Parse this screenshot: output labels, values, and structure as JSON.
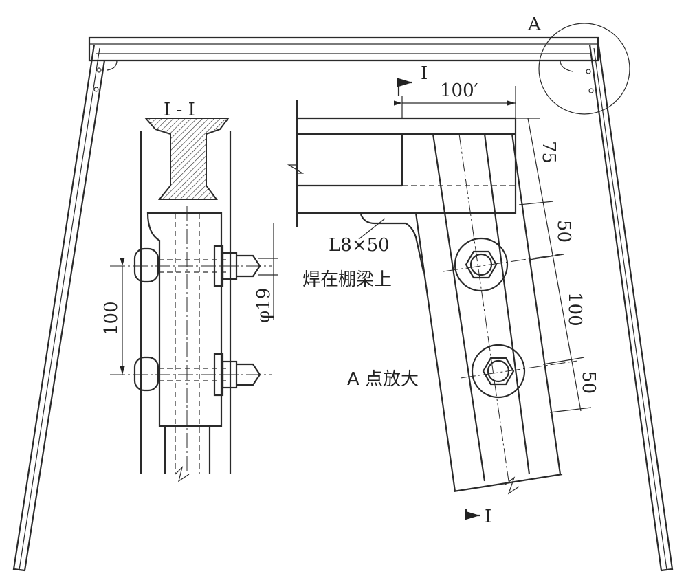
{
  "labels": {
    "detail_marker": "A",
    "section_title": "I - I",
    "section_mark_top": "I",
    "section_mark_bottom": "I",
    "dim_top_width": "100′",
    "dim_75": "75",
    "dim_50_a": "50",
    "dim_100_right": "100",
    "dim_50_b": "50",
    "dim_100_left": "100",
    "bolt_diameter": "φ19",
    "angle_spec": "L8×50",
    "weld_note": "焊在棚梁上",
    "detail_caption": "A 点放大"
  }
}
